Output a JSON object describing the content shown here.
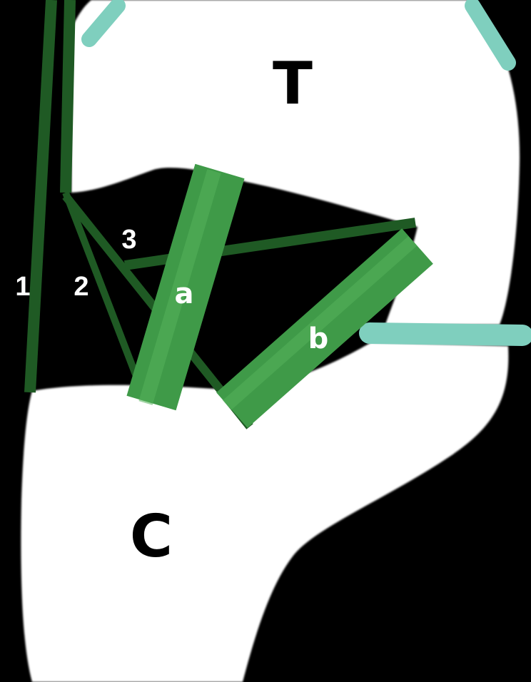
{
  "colors": {
    "background": "#000000",
    "bone": "#ffffff",
    "dark_ligament": "#1f5a24",
    "ligament_band": "#3f9a48",
    "ligament_band_light": "#55b35b",
    "cartilage": "#7fcfbe"
  },
  "bones": {
    "upper": "T",
    "lower": "C"
  },
  "lines": [
    "1",
    "2",
    "3"
  ],
  "ligaments": [
    "a",
    "b"
  ]
}
